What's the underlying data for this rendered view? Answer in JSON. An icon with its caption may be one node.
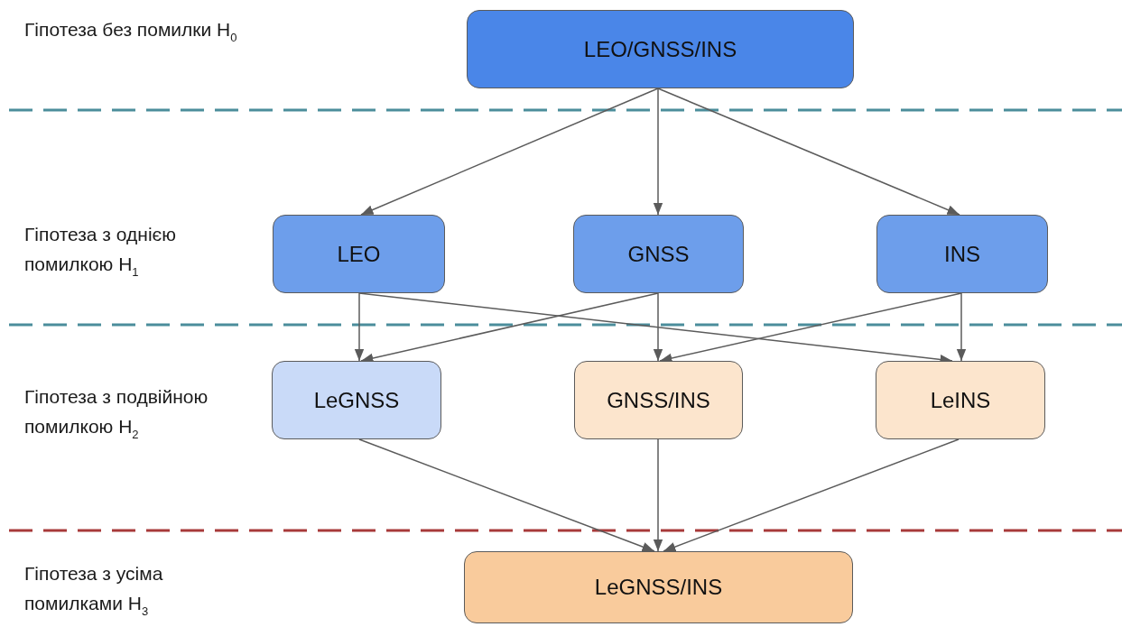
{
  "diagram": {
    "nodes": [
      {
        "text": [
          "LEO/GNSS/INS"
        ]
      },
      {
        "text": [
          "LEO"
        ]
      },
      {
        "text": [
          "GNSS"
        ]
      },
      {
        "text": [
          "INS"
        ]
      },
      {
        "text": [
          "LeGNSS"
        ]
      },
      {
        "text": [
          "GNSS/INS"
        ]
      },
      {
        "text": [
          "LeINS"
        ]
      },
      {
        "text": [
          "LeGNSS/INS"
        ]
      }
    ],
    "edges": [
      {
        "from": 0,
        "to": 1,
        "arrow": "to"
      },
      {
        "from": 0,
        "to": 2,
        "arrow": "to"
      },
      {
        "from": 0,
        "to": 3,
        "arrow": "to"
      },
      {
        "from": 1,
        "to": 4,
        "arrow": "to"
      },
      {
        "from": 1,
        "to": 6,
        "arrow": "to"
      },
      {
        "from": 2,
        "to": 4,
        "arrow": "to"
      },
      {
        "from": 2,
        "to": 5,
        "arrow": "to"
      },
      {
        "from": 3,
        "to": 5,
        "arrow": "to"
      },
      {
        "from": 3,
        "to": 6,
        "arrow": "to"
      },
      {
        "from": 4,
        "to": 7,
        "arrow": "to"
      },
      {
        "from": 5,
        "to": 7,
        "arrow": "to"
      },
      {
        "from": 6,
        "to": 7,
        "arrow": "to"
      }
    ],
    "labels": [
      "Гіпотеза без помилки H$_{0}$",
      "Гіпотеза з однією помилкою H$_{1}$",
      "Гіпотеза з подвійною помилкою H$_{2}$",
      "Гіпотеза з усіма помилками H$_{3}$"
    ]
  }
}
